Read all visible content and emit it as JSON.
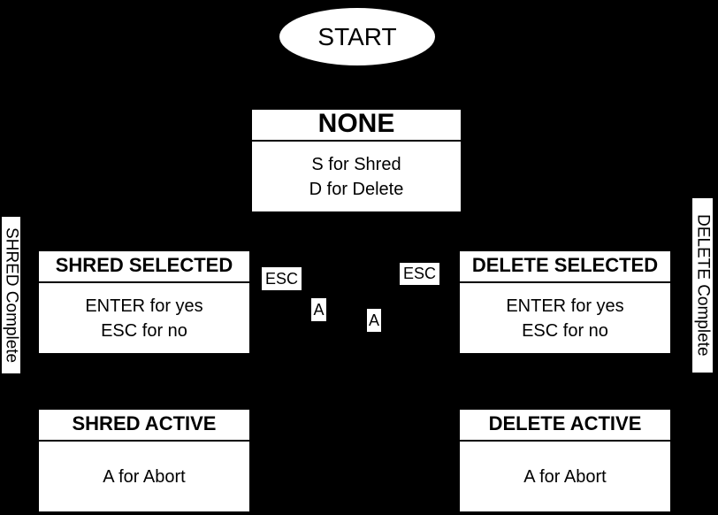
{
  "diagram": {
    "colors": {
      "background": "#000000",
      "node_fill": "#ffffff",
      "node_text": "#000000"
    },
    "start": {
      "label": "START"
    },
    "states": [
      {
        "id": "none",
        "title": "NONE",
        "lines": [
          "S for Shred",
          "D for Delete"
        ]
      },
      {
        "id": "shred-selected",
        "title": "SHRED SELECTED",
        "lines": [
          "ENTER for yes",
          "ESC for no"
        ]
      },
      {
        "id": "delete-selected",
        "title": "DELETE SELECTED",
        "lines": [
          "ENTER for yes",
          "ESC for no"
        ]
      },
      {
        "id": "shred-active",
        "title": "SHRED ACTIVE",
        "lines": [
          "A for Abort"
        ]
      },
      {
        "id": "delete-active",
        "title": "DELETE ACTIVE",
        "lines": [
          "A for Abort"
        ]
      }
    ],
    "edge_labels": [
      {
        "id": "esc-left",
        "text": "ESC"
      },
      {
        "id": "a-left",
        "text": "A"
      },
      {
        "id": "a-right",
        "text": "A"
      },
      {
        "id": "esc-right",
        "text": "ESC"
      },
      {
        "id": "shred-complete",
        "text": "SHRED Complete"
      },
      {
        "id": "delete-complete",
        "text": "DELETE Complete"
      }
    ]
  }
}
